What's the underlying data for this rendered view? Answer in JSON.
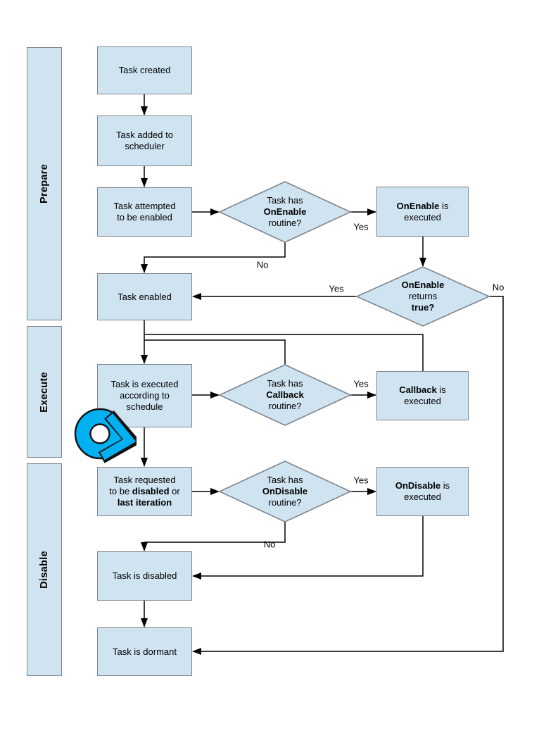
{
  "colors": {
    "shape_fill": "#cfe3f1",
    "shape_border": "#7d858e",
    "connector": "#000000",
    "loop_icon": "#00b0f0",
    "text": "#000000"
  },
  "lanes": {
    "prepare": "Prepare",
    "execute": "Execute",
    "disable": "Disable"
  },
  "nodes": {
    "task_created": {
      "text": "Task created"
    },
    "task_added": {
      "l1": "Task added to",
      "l2": "scheduler"
    },
    "task_attempted": {
      "l1": "Task attempted",
      "l2": "to be enabled"
    },
    "has_onenable": {
      "l1": "Task has",
      "l2": "OnEnable",
      "l3": "routine?"
    },
    "onenable_exec": {
      "l1b": "OnEnable",
      "l1": " is",
      "l2": "executed"
    },
    "onenable_true": {
      "l1": "OnEnable",
      "l2": "returns",
      "l3": "true?"
    },
    "task_enabled": {
      "text": "Task enabled"
    },
    "task_executed": {
      "l1": "Task is executed",
      "l2": "according to",
      "l3": "schedule"
    },
    "has_callback": {
      "l1": "Task has",
      "l2": "Callback",
      "l3": "routine?"
    },
    "callback_exec": {
      "l1b": "Callback",
      "l1": " is",
      "l2": "executed"
    },
    "task_requested": {
      "l1": "Task requested",
      "l2a": "to be ",
      "l2b": "disabled",
      "l2c": " or",
      "l3": "last iteration"
    },
    "has_ondisable": {
      "l1": "Task has",
      "l2": "OnDisable",
      "l3": "routine?"
    },
    "ondisable_exec": {
      "l1b": "OnDisable",
      "l1": " is",
      "l2": "executed"
    },
    "task_disabled": {
      "text": "Task is disabled"
    },
    "task_dormant": {
      "text": "Task is dormant"
    }
  },
  "labels": {
    "onenable_yes": "Yes",
    "onenable_no": "No",
    "true_yes": "Yes",
    "true_no": "No",
    "callback_yes": "Yes",
    "ondisable_yes": "Yes",
    "ondisable_no": "No"
  }
}
